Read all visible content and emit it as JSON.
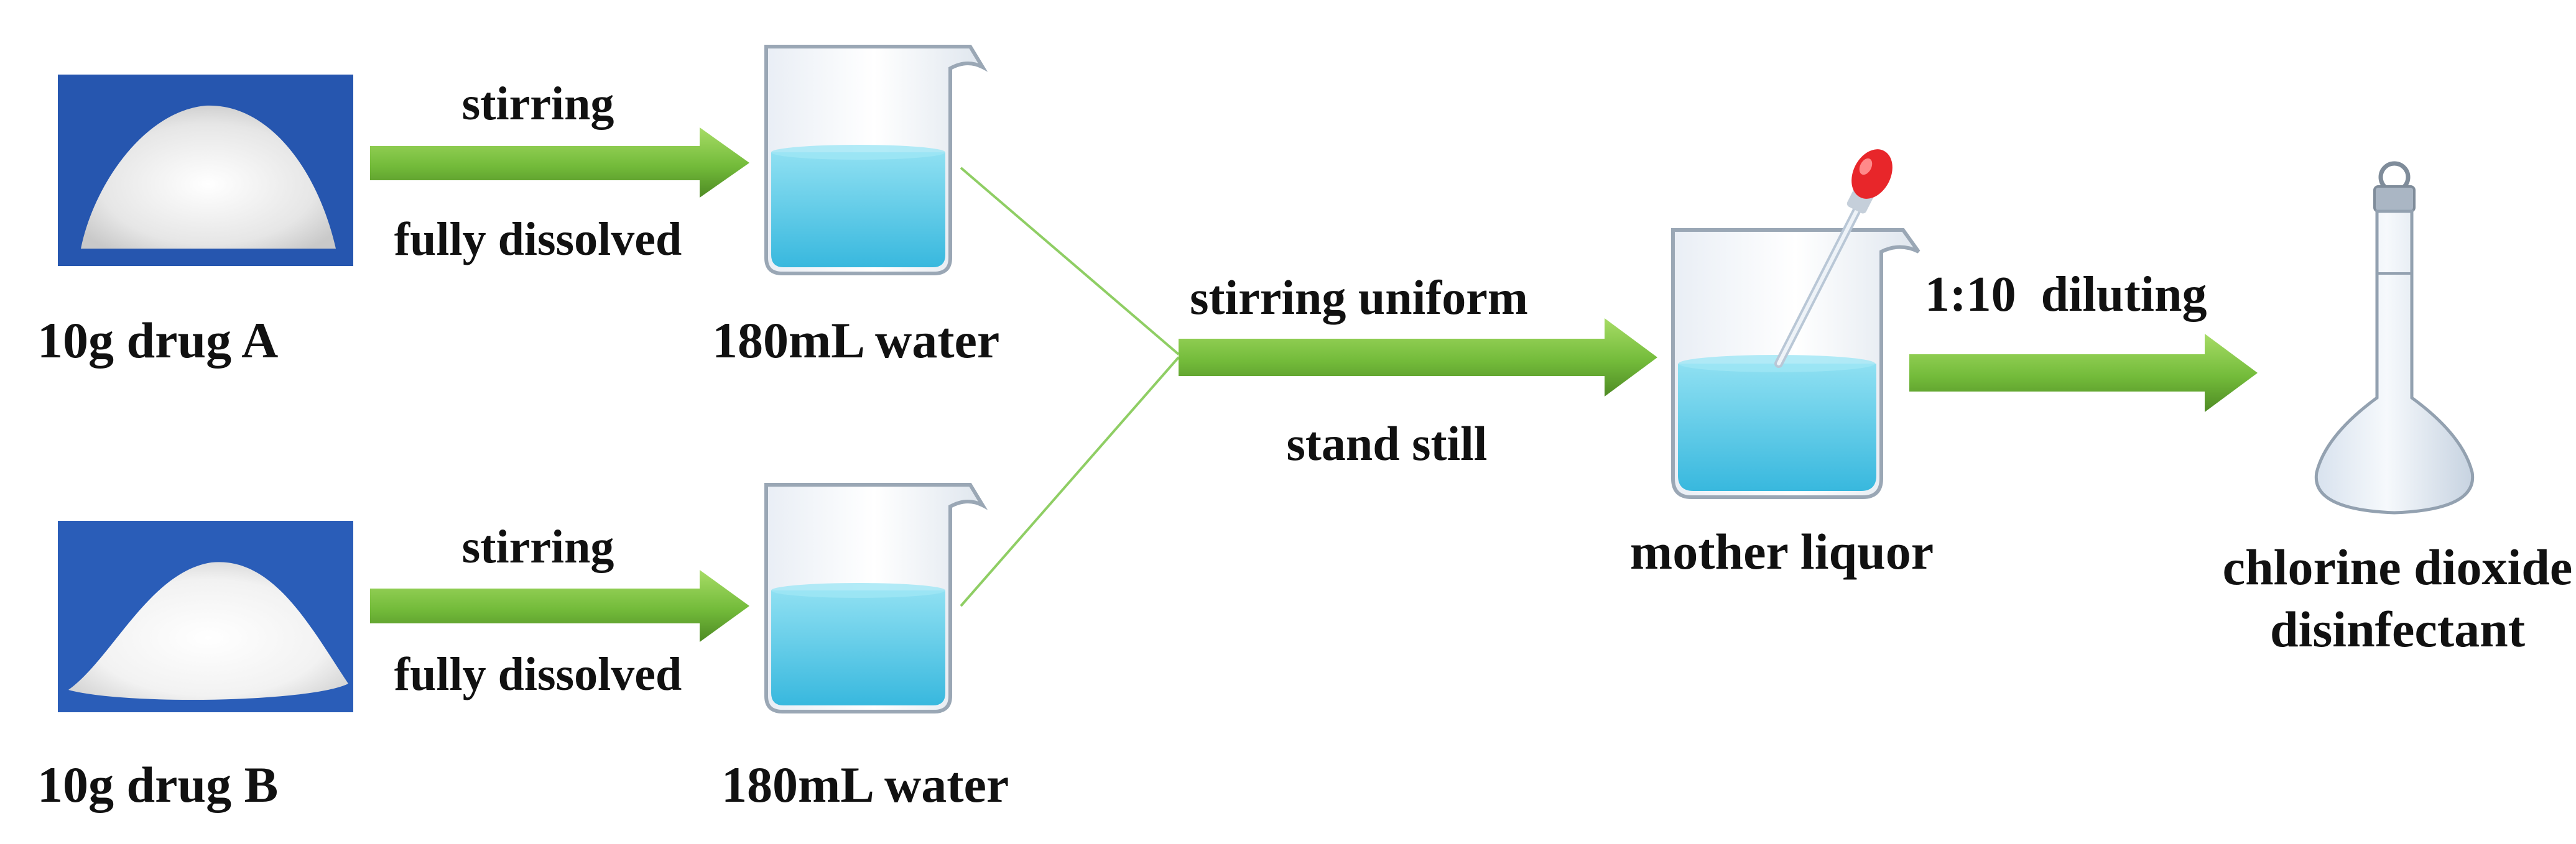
{
  "drug_a": {
    "label": "10g drug A",
    "step_top": "stirring",
    "step_bottom": "fully dissolved",
    "water_label": "180mL water"
  },
  "drug_b": {
    "label": "10g drug B",
    "step_top": "stirring",
    "step_bottom": "fully dissolved",
    "water_label": "180mL water"
  },
  "mix": {
    "step_top": "stirring uniform",
    "step_bottom": "stand still"
  },
  "mother": {
    "label": "mother liquor"
  },
  "dilute": {
    "step": "1:10  diluting"
  },
  "product": {
    "label_line1": "chlorine dioxide",
    "label_line2": "disinfectant"
  },
  "colors": {
    "arrow_green": "#7cc242",
    "arrow_dark": "#4e8a24",
    "powder_bg": "#1f4fa8",
    "liquid": "#4fc8e6",
    "glass": "#9aa7b5",
    "dropper_bulb": "#e8262a"
  },
  "icons": {
    "powder": "powder-heap-icon",
    "beaker": "beaker-icon",
    "dropper": "dropper-icon",
    "flask": "volumetric-flask-icon"
  }
}
